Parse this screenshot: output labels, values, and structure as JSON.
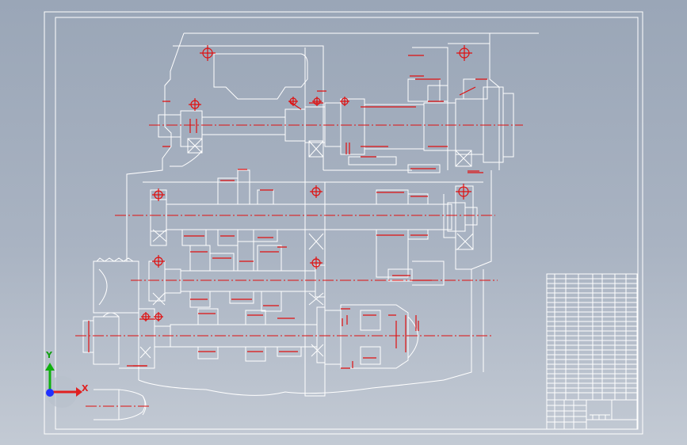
{
  "viewport": {
    "background_top": "#9aa6b7",
    "background_bottom": "#c3cad4",
    "line_color": "#ffffff",
    "centerline_color": "#e01010"
  },
  "triad": {
    "x_label": "X",
    "y_label": "Y",
    "x_color": "#e02020",
    "y_color": "#10b010",
    "z_color": "#2030ff"
  },
  "title_block": {
    "rows": 17,
    "lower_rows": 3
  }
}
